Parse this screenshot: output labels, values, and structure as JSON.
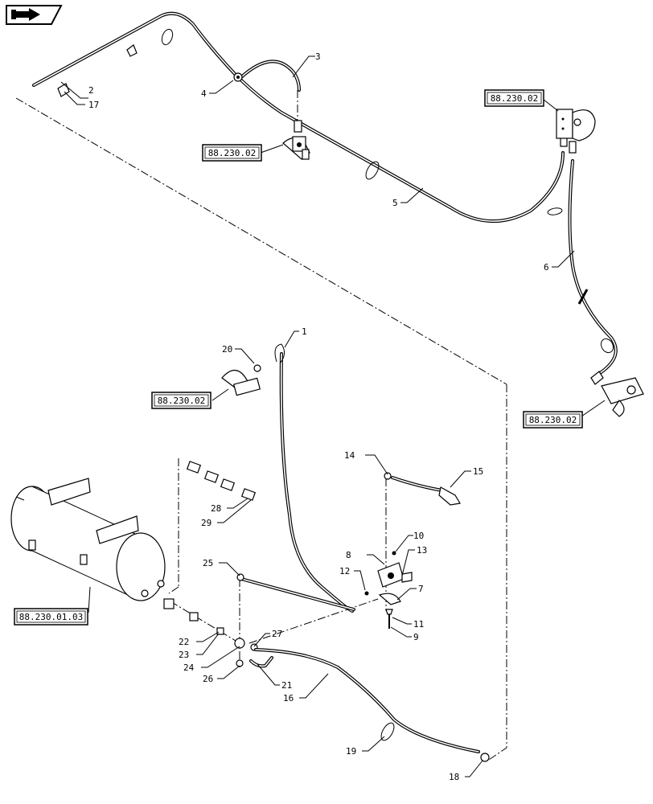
{
  "nav_icon": "book-arrow-icon",
  "reference_boxes": [
    {
      "id": "ref-88-230-02-a",
      "text": "88.230.02"
    },
    {
      "id": "ref-88-230-02-b",
      "text": "88.230.02"
    },
    {
      "id": "ref-88-230-02-c",
      "text": "88.230.02"
    },
    {
      "id": "ref-88-230-02-d",
      "text": "88.230.02"
    },
    {
      "id": "ref-88-230-01-03",
      "text": "88.230.01.03"
    }
  ],
  "callouts": [
    "1",
    "2",
    "3",
    "4",
    "5",
    "6",
    "7",
    "8",
    "9",
    "10",
    "11",
    "12",
    "13",
    "14",
    "15",
    "16",
    "17",
    "18",
    "19",
    "20",
    "21",
    "22",
    "23",
    "24",
    "25",
    "26",
    "27",
    "28",
    "29"
  ]
}
